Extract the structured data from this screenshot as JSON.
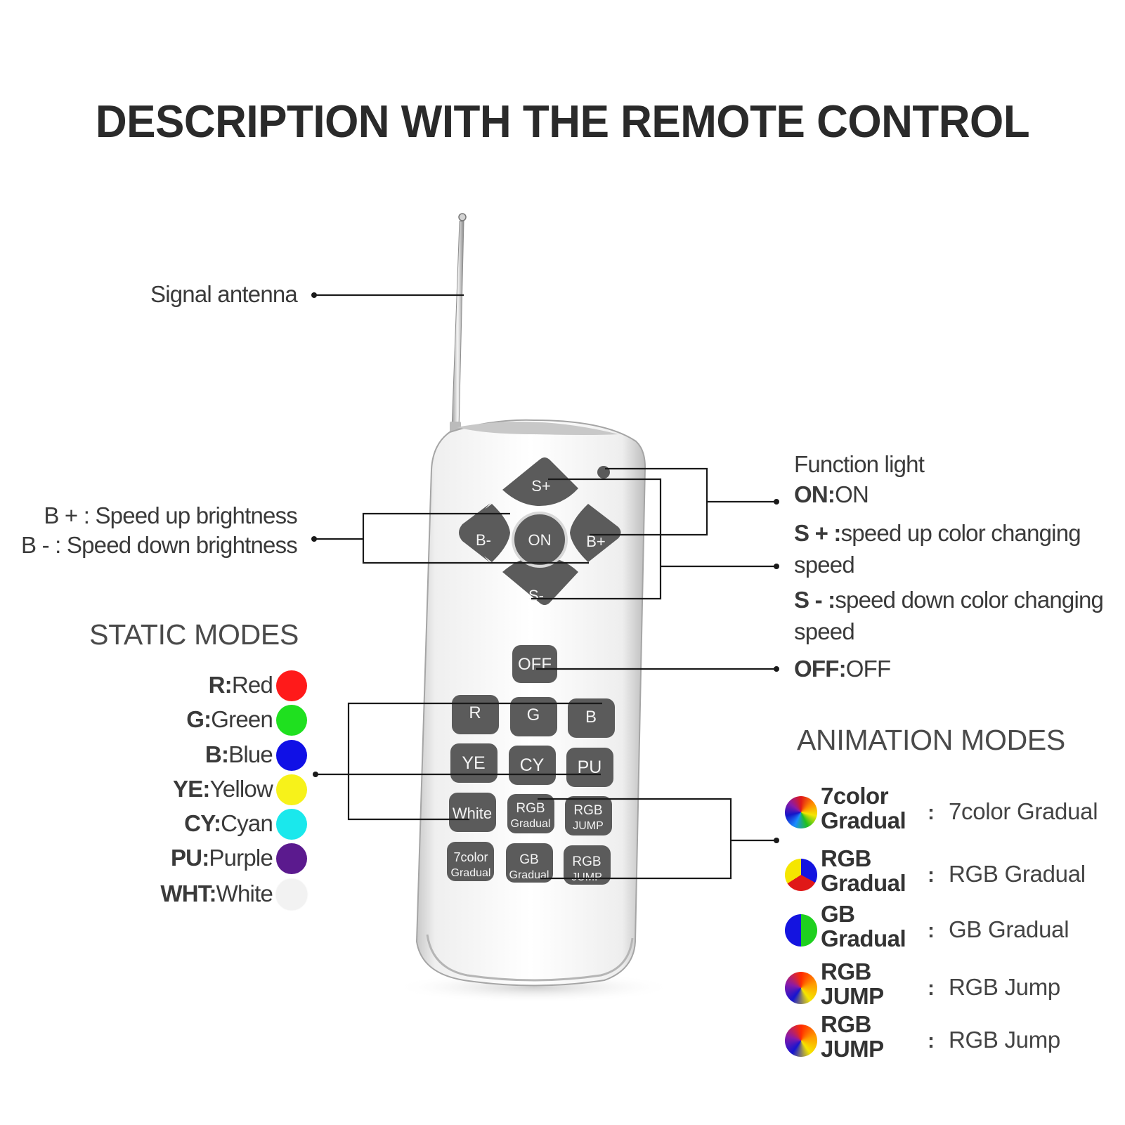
{
  "title": "DESCRIPTION WITH THE REMOTE CONTROL",
  "labels": {
    "signal_antenna": "Signal antenna",
    "b_plus": "B + : Speed up brightness",
    "b_minus": "B - : Speed down brightness",
    "function_light": "Function light",
    "on_key": "ON:",
    "on_val": "ON",
    "s_plus_key": "S + :",
    "s_plus_val": "speed up color changing",
    "s_plus_cont": "speed",
    "s_minus_key": "S - :",
    "s_minus_val": "speed down color  changing",
    "s_minus_cont": "speed",
    "off_key": "OFF:",
    "off_val": "OFF"
  },
  "static_modes": {
    "heading": "STATIC MODES",
    "items": [
      {
        "key": "R:",
        "name": "Red",
        "color": "#ff1a1a"
      },
      {
        "key": "G:",
        "name": "Green",
        "color": "#1fe01f"
      },
      {
        "key": "B:",
        "name": "Blue",
        "color": "#1010e6"
      },
      {
        "key": "YE:",
        "name": "Yellow",
        "color": "#f7f21a"
      },
      {
        "key": "CY:",
        "name": "Cyan",
        "color": "#1ae8ec"
      },
      {
        "key": "PU:",
        "name": "Purple",
        "color": "#5b1a8e"
      },
      {
        "key": "WHT:",
        "name": "White",
        "color": "#f2f2f2"
      }
    ]
  },
  "animation_modes": {
    "heading": "ANIMATION MODES",
    "colon": ":",
    "items": [
      {
        "name": "7color\nGradual",
        "desc": "7color Gradual",
        "icon": "rainbow-swirl-icon"
      },
      {
        "name": "RGB\nGradual",
        "desc": "RGB Gradual",
        "icon": "rgb-swirl-icon"
      },
      {
        "name": "GB\nGradual",
        "desc": "GB Gradual",
        "icon": "gb-swirl-icon"
      },
      {
        "name": "RGB\nJUMP",
        "desc": "RGB Jump",
        "icon": "rgb-jump-swirl-icon"
      },
      {
        "name": "RGB\nJUMP",
        "desc": "RGB Jump",
        "icon": "rgb-jump-swirl-icon"
      }
    ]
  },
  "remote_keys": {
    "s_plus": "S+",
    "s_minus": "S-",
    "b_minus": "B-",
    "b_plus": "B+",
    "on": "ON",
    "off": "OFF",
    "r": "R",
    "g": "G",
    "b": "B",
    "ye": "YE",
    "cy": "CY",
    "pu": "PU",
    "white": "White",
    "rgb_gradual_1": "RGB",
    "rgb_gradual_2": "Gradual",
    "rgb_jump_1": "RGB",
    "rgb_jump_2": "JUMP",
    "seven_color_1": "7color",
    "seven_color_2": "Gradual",
    "gb_gradual_1": "GB",
    "gb_gradual_2": "Gradual",
    "rgb_jump_b_1": "RGB",
    "rgb_jump_b_2": "JUMP"
  }
}
